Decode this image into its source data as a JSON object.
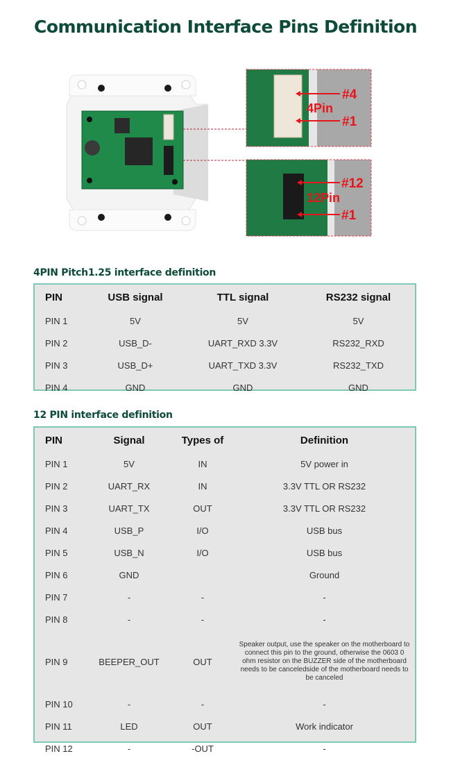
{
  "title": "Communication Interface Pins Definition",
  "photo": {
    "callouts": {
      "top": {
        "label": "4Pin",
        "pin_high": "#4",
        "pin_low": "#1"
      },
      "bottom": {
        "label": "12Pin",
        "pin_high": "#12",
        "pin_low": "#1"
      }
    },
    "colors": {
      "callout": "#e8141b",
      "pcb": "#1f8a4a",
      "enclosure": "#f2f2f2"
    }
  },
  "table4": {
    "title": "4PIN Pitch1.25 interface definition",
    "headers": [
      "PIN",
      "USB signal",
      "TTL signal",
      "RS232 signal"
    ],
    "rows": [
      [
        "PIN 1",
        "5V",
        "5V",
        "5V"
      ],
      [
        "PIN 2",
        "USB_D-",
        "UART_RXD 3.3V",
        "RS232_RXD"
      ],
      [
        "PIN 3",
        "USB_D+",
        "UART_TXD 3.3V",
        "RS232_TXD"
      ],
      [
        "PIN 4",
        "GND",
        "GND",
        "GND"
      ]
    ]
  },
  "table12": {
    "title": "12 PIN interface definition",
    "headers": [
      "PIN",
      "Signal",
      "Types of",
      "Definition"
    ],
    "rows": [
      [
        "PIN 1",
        "5V",
        "IN",
        "5V power in"
      ],
      [
        "PIN 2",
        "UART_RX",
        "IN",
        "3.3V TTL OR RS232"
      ],
      [
        "PIN 3",
        "UART_TX",
        "OUT",
        "3.3V TTL OR RS232"
      ],
      [
        "PIN 4",
        "USB_P",
        "I/O",
        "USB bus"
      ],
      [
        "PIN 5",
        "USB_N",
        "I/O",
        "USB bus"
      ],
      [
        "PIN 6",
        "GND",
        "",
        "Ground"
      ],
      [
        "PIN 7",
        "-",
        "-",
        "-"
      ],
      [
        "PIN 8",
        "-",
        "-",
        "-"
      ],
      [
        "PIN 9",
        "BEEPER_OUT",
        "OUT",
        "Speaker output, use the speaker on the motherboard to connect this pin to the ground, otherwise the 0603 0 ohm resistor on the BUZZER side of the motherboard needs to be canceledside of the motherboard needs to be canceled"
      ],
      [
        "PIN 10",
        "-",
        "-",
        "-"
      ],
      [
        "PIN 11",
        "LED",
        "OUT",
        "Work indicator"
      ],
      [
        "PIN 12",
        "-",
        "-OUT",
        "-"
      ]
    ]
  }
}
